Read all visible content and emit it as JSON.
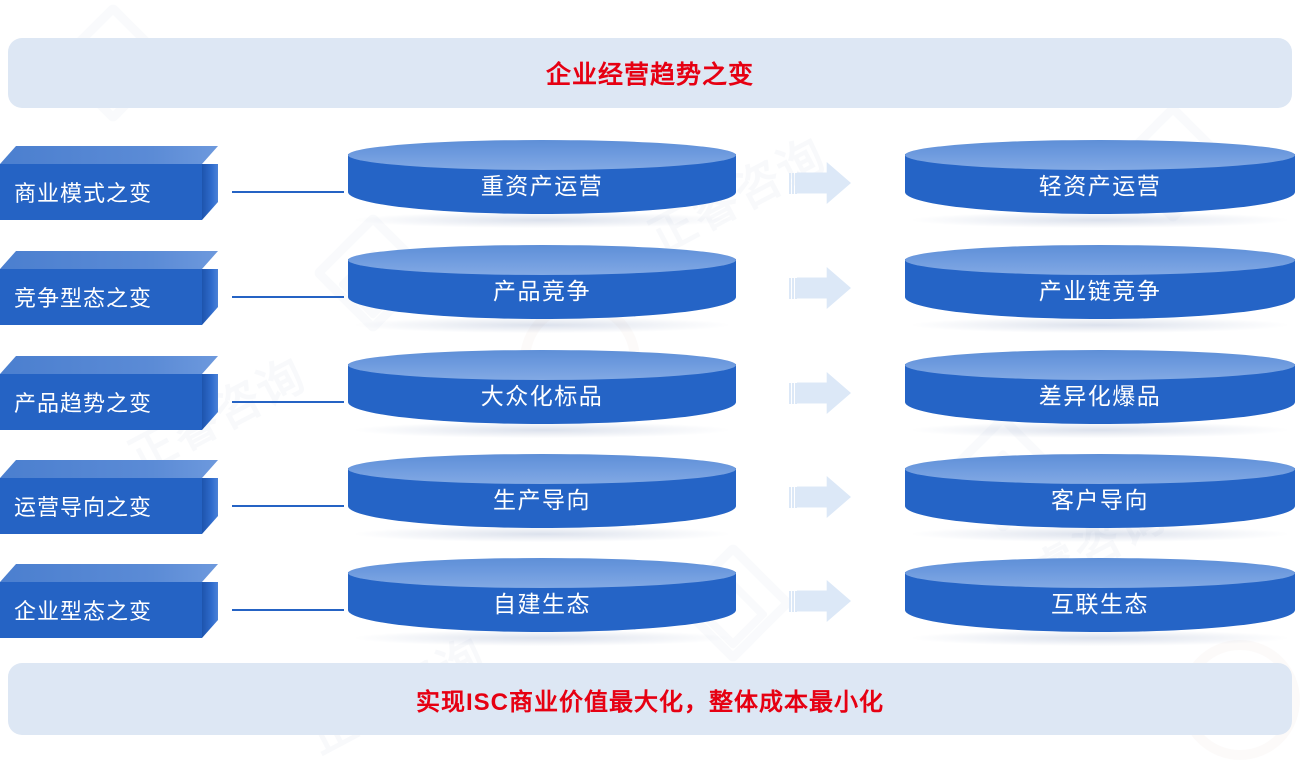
{
  "header": {
    "title": "企业经营趋势之变"
  },
  "footer": {
    "title": "实现ISC商业价值最大化，整体成本最小化"
  },
  "colors": {
    "banner_bg": "#dde7f4",
    "banner_text": "#e60012",
    "cylinder_body": "#2564c6",
    "cylinder_top": "#6d9ade",
    "label_box": "#2563c4",
    "label_box_top": "#5b8bd6",
    "connector_line": "#2563c4",
    "arrow": "#dce8f7",
    "text_on_blue": "#ffffff"
  },
  "icons": {
    "arrow": "arrow-right-icon"
  },
  "rows": [
    {
      "label": "商业模式之变",
      "from": "重资产运营",
      "to": "轻资产运营"
    },
    {
      "label": "竞争型态之变",
      "from": "产品竞争",
      "to": "产业链竞争"
    },
    {
      "label": "产品趋势之变",
      "from": "大众化标品",
      "to": "差异化爆品"
    },
    {
      "label": "运营导向之变",
      "from": "生产导向",
      "to": "客户导向"
    },
    {
      "label": "企业型态之变",
      "from": "自建生态",
      "to": "互联生态"
    }
  ]
}
